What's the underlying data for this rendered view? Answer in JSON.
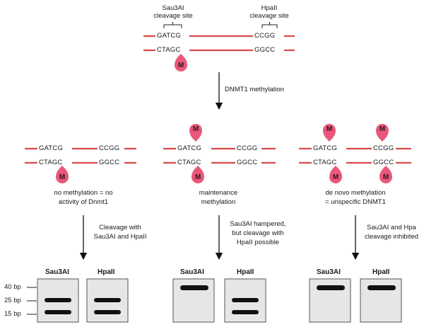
{
  "top": {
    "site_left_line1": "Sau3AI",
    "site_left_line2": "cleavage site",
    "site_right_line1": "HpaII",
    "site_right_line2": "cleavage site",
    "seq_left_top": "GATCG",
    "seq_right_top": "CCGG",
    "seq_left_bottom": "CTAGC",
    "seq_right_bottom": "GGCC",
    "methyl_label": "M"
  },
  "step1_label": "DNMT1 methylation",
  "panels": [
    {
      "seq_left_top": "GATCG",
      "seq_right_top": "CCGG",
      "seq_left_bottom": "CTAGC",
      "seq_right_bottom": "GGCC",
      "caption_line1": "no methylation = no",
      "caption_line2": "activity of Dnmt1",
      "arrow_line1": "Cleavage with",
      "arrow_line2": "Sau3AI and HpaII",
      "arrow_line3": ""
    },
    {
      "seq_left_top": "GATCG",
      "seq_right_top": "CCGG",
      "seq_left_bottom": "CTAGC",
      "seq_right_bottom": "GGCC",
      "caption_line1": "maintenance",
      "caption_line2": "methylation",
      "arrow_line1": "Sau3AI hampered,",
      "arrow_line2": "but cleavage with",
      "arrow_line3": "HpaII possible"
    },
    {
      "seq_left_top": "GATCG",
      "seq_right_top": "CCGG",
      "seq_left_bottom": "CTAGC",
      "seq_right_bottom": "GGCC",
      "caption_line1": "de novo methylation",
      "caption_line2": "= unspecific DNMT1",
      "arrow_line1": "Sau3AI and Hpa",
      "arrow_line2": "cleavage inhibited",
      "arrow_line3": ""
    }
  ],
  "gels": {
    "lane1_label": "Sau3AI",
    "lane2_label": "HpaII",
    "ladder": [
      "40 bp",
      "25 bp",
      "15 bp"
    ]
  },
  "colors": {
    "strand": "#d94a4a",
    "methyl_fill": "#e9577a",
    "methyl_text": "#2b1a1f",
    "gel_fill": "#e6e6e6",
    "gel_border": "#555555",
    "band": "#111111"
  }
}
